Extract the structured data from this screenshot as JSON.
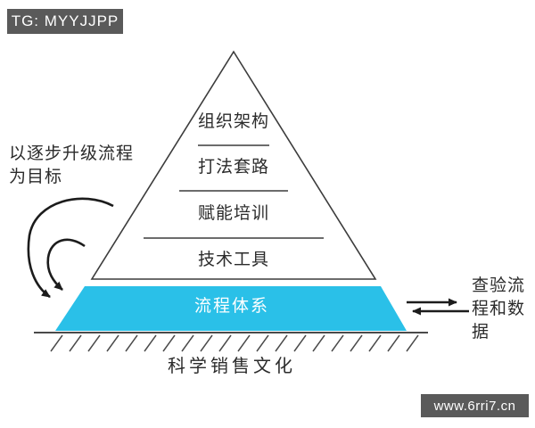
{
  "badges": {
    "telegram_label": "TG: MYYJJPP",
    "watermark_label": "www.6rri7.cn"
  },
  "pyramid": {
    "levels": [
      {
        "label": "组织架构"
      },
      {
        "label": "打法套路"
      },
      {
        "label": "赋能培训"
      },
      {
        "label": "技术工具"
      }
    ],
    "process_band_label": "流程体系",
    "foundation_label": "科学销售文化"
  },
  "annotations": {
    "left_note": {
      "lines": [
        "以逐步升级流程",
        "为目标"
      ]
    },
    "right_note": {
      "lines": [
        "查验流",
        "程和数",
        "据"
      ]
    }
  },
  "colors": {
    "process_band": "#2ac0e8",
    "badge_background": "#5a5a5a",
    "stroke": "#2f2f2f",
    "text": "#2b2b2b"
  }
}
